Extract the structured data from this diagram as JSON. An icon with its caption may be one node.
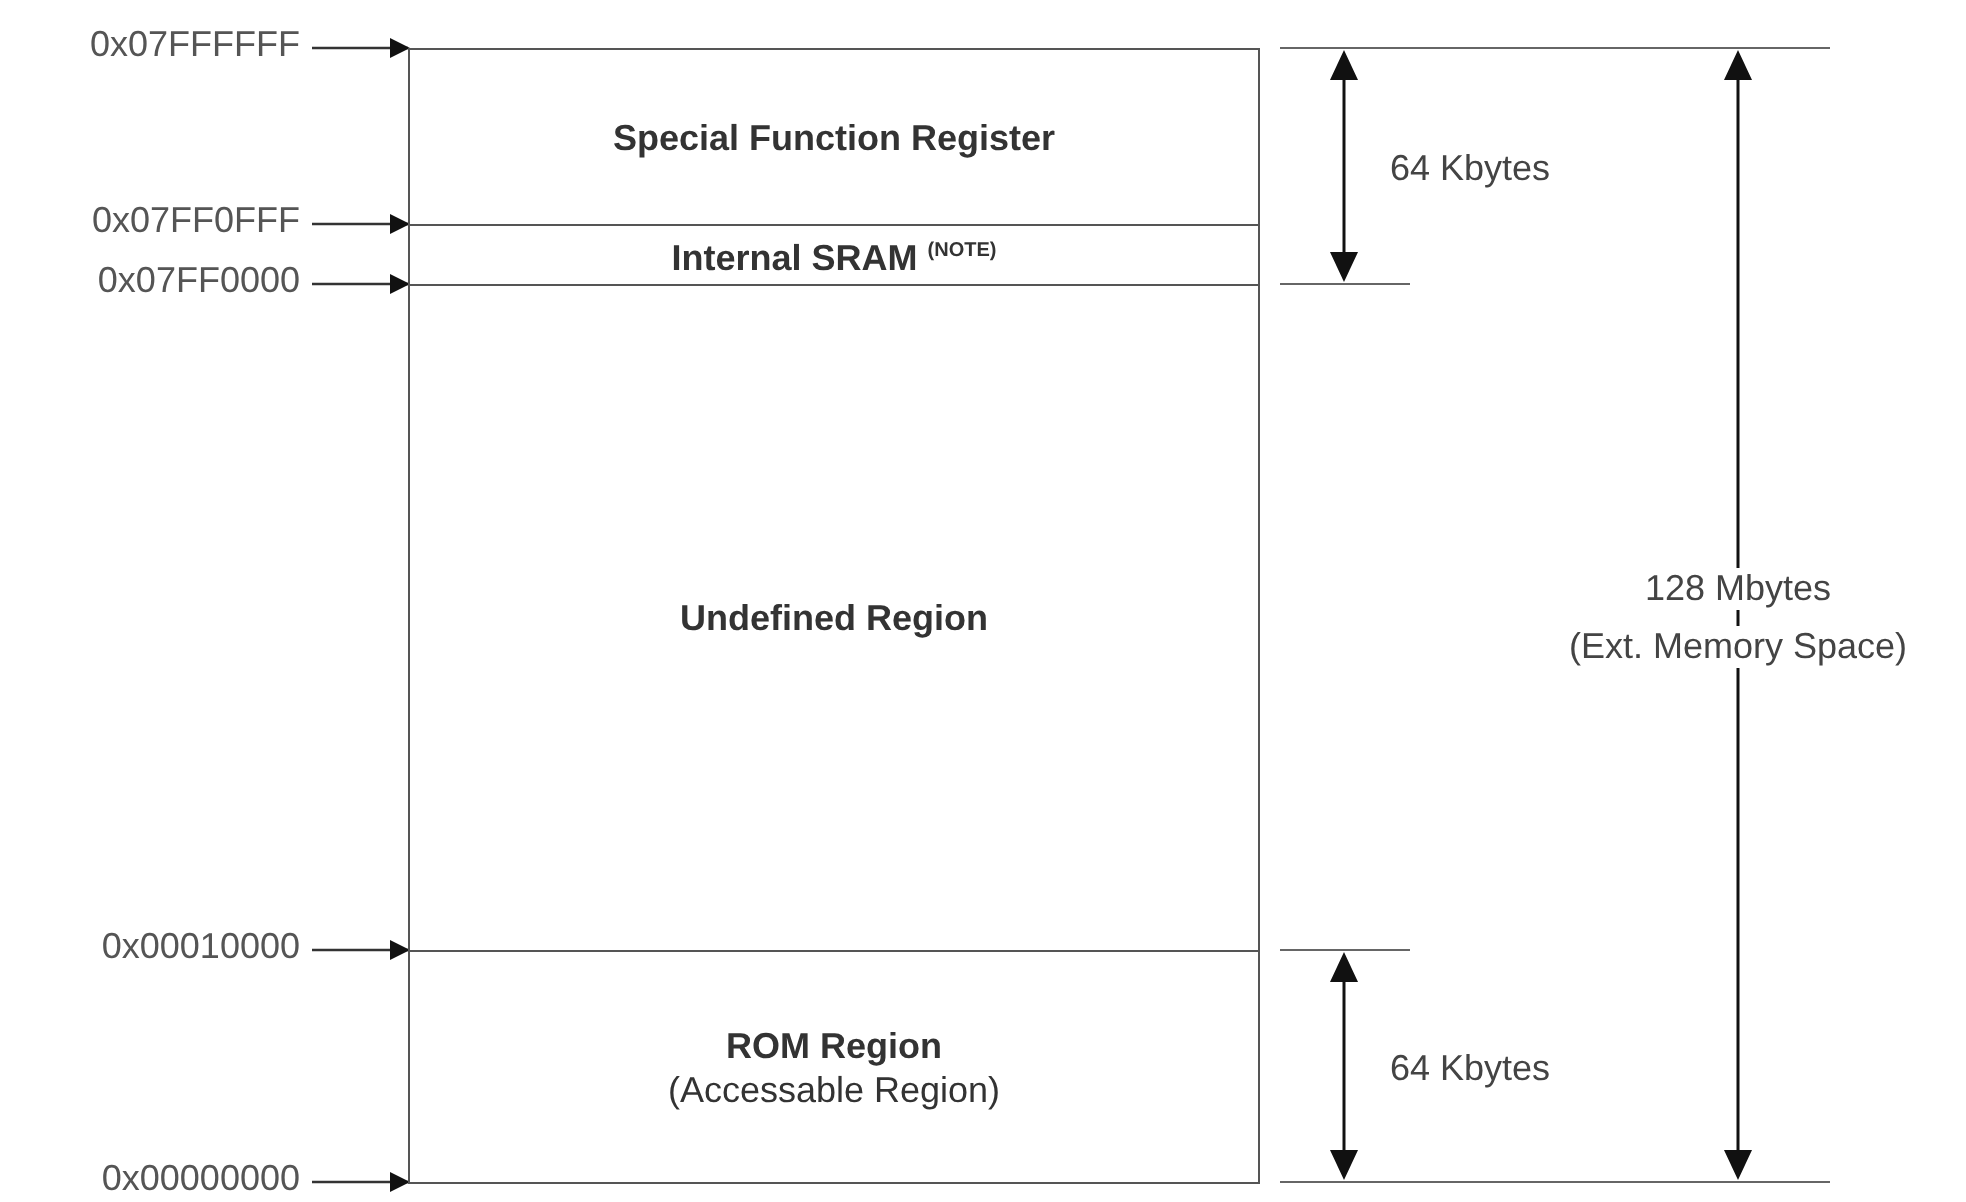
{
  "diagram": {
    "nodes": [
      {
        "text": [
          "Special Function Register"
        ]
      },
      {
        "text": [
          "Internal SRAM $^{(NOTE)}$"
        ]
      },
      {
        "text": [
          "Undefined Region"
        ]
      },
      {
        "text": [
          "ROM Region",
          "(Accessable Region)"
        ]
      },
      {
        "text": [
          "0x07FFFFFF"
        ]
      },
      {
        "text": [
          "0x07FF0FFF"
        ]
      },
      {
        "text": [
          "0x07FF0000"
        ]
      },
      {
        "text": [
          "0x00010000"
        ]
      },
      {
        "text": [
          "0x00000000"
        ]
      }
    ],
    "edges": [
      {
        "from": 4,
        "to": 0,
        "arrow": "to"
      },
      {
        "from": 5,
        "to": 1,
        "arrow": "to"
      },
      {
        "from": 6,
        "to": 1,
        "arrow": "to"
      },
      {
        "from": 7,
        "to": 3,
        "arrow": "to"
      },
      {
        "from": 8,
        "to": 3,
        "arrow": "to"
      }
    ],
    "labels": [
      "64 Kbytes",
      "128 Mbytes",
      "(Ext. Memory Space)",
      "64 Kbytes"
    ]
  }
}
